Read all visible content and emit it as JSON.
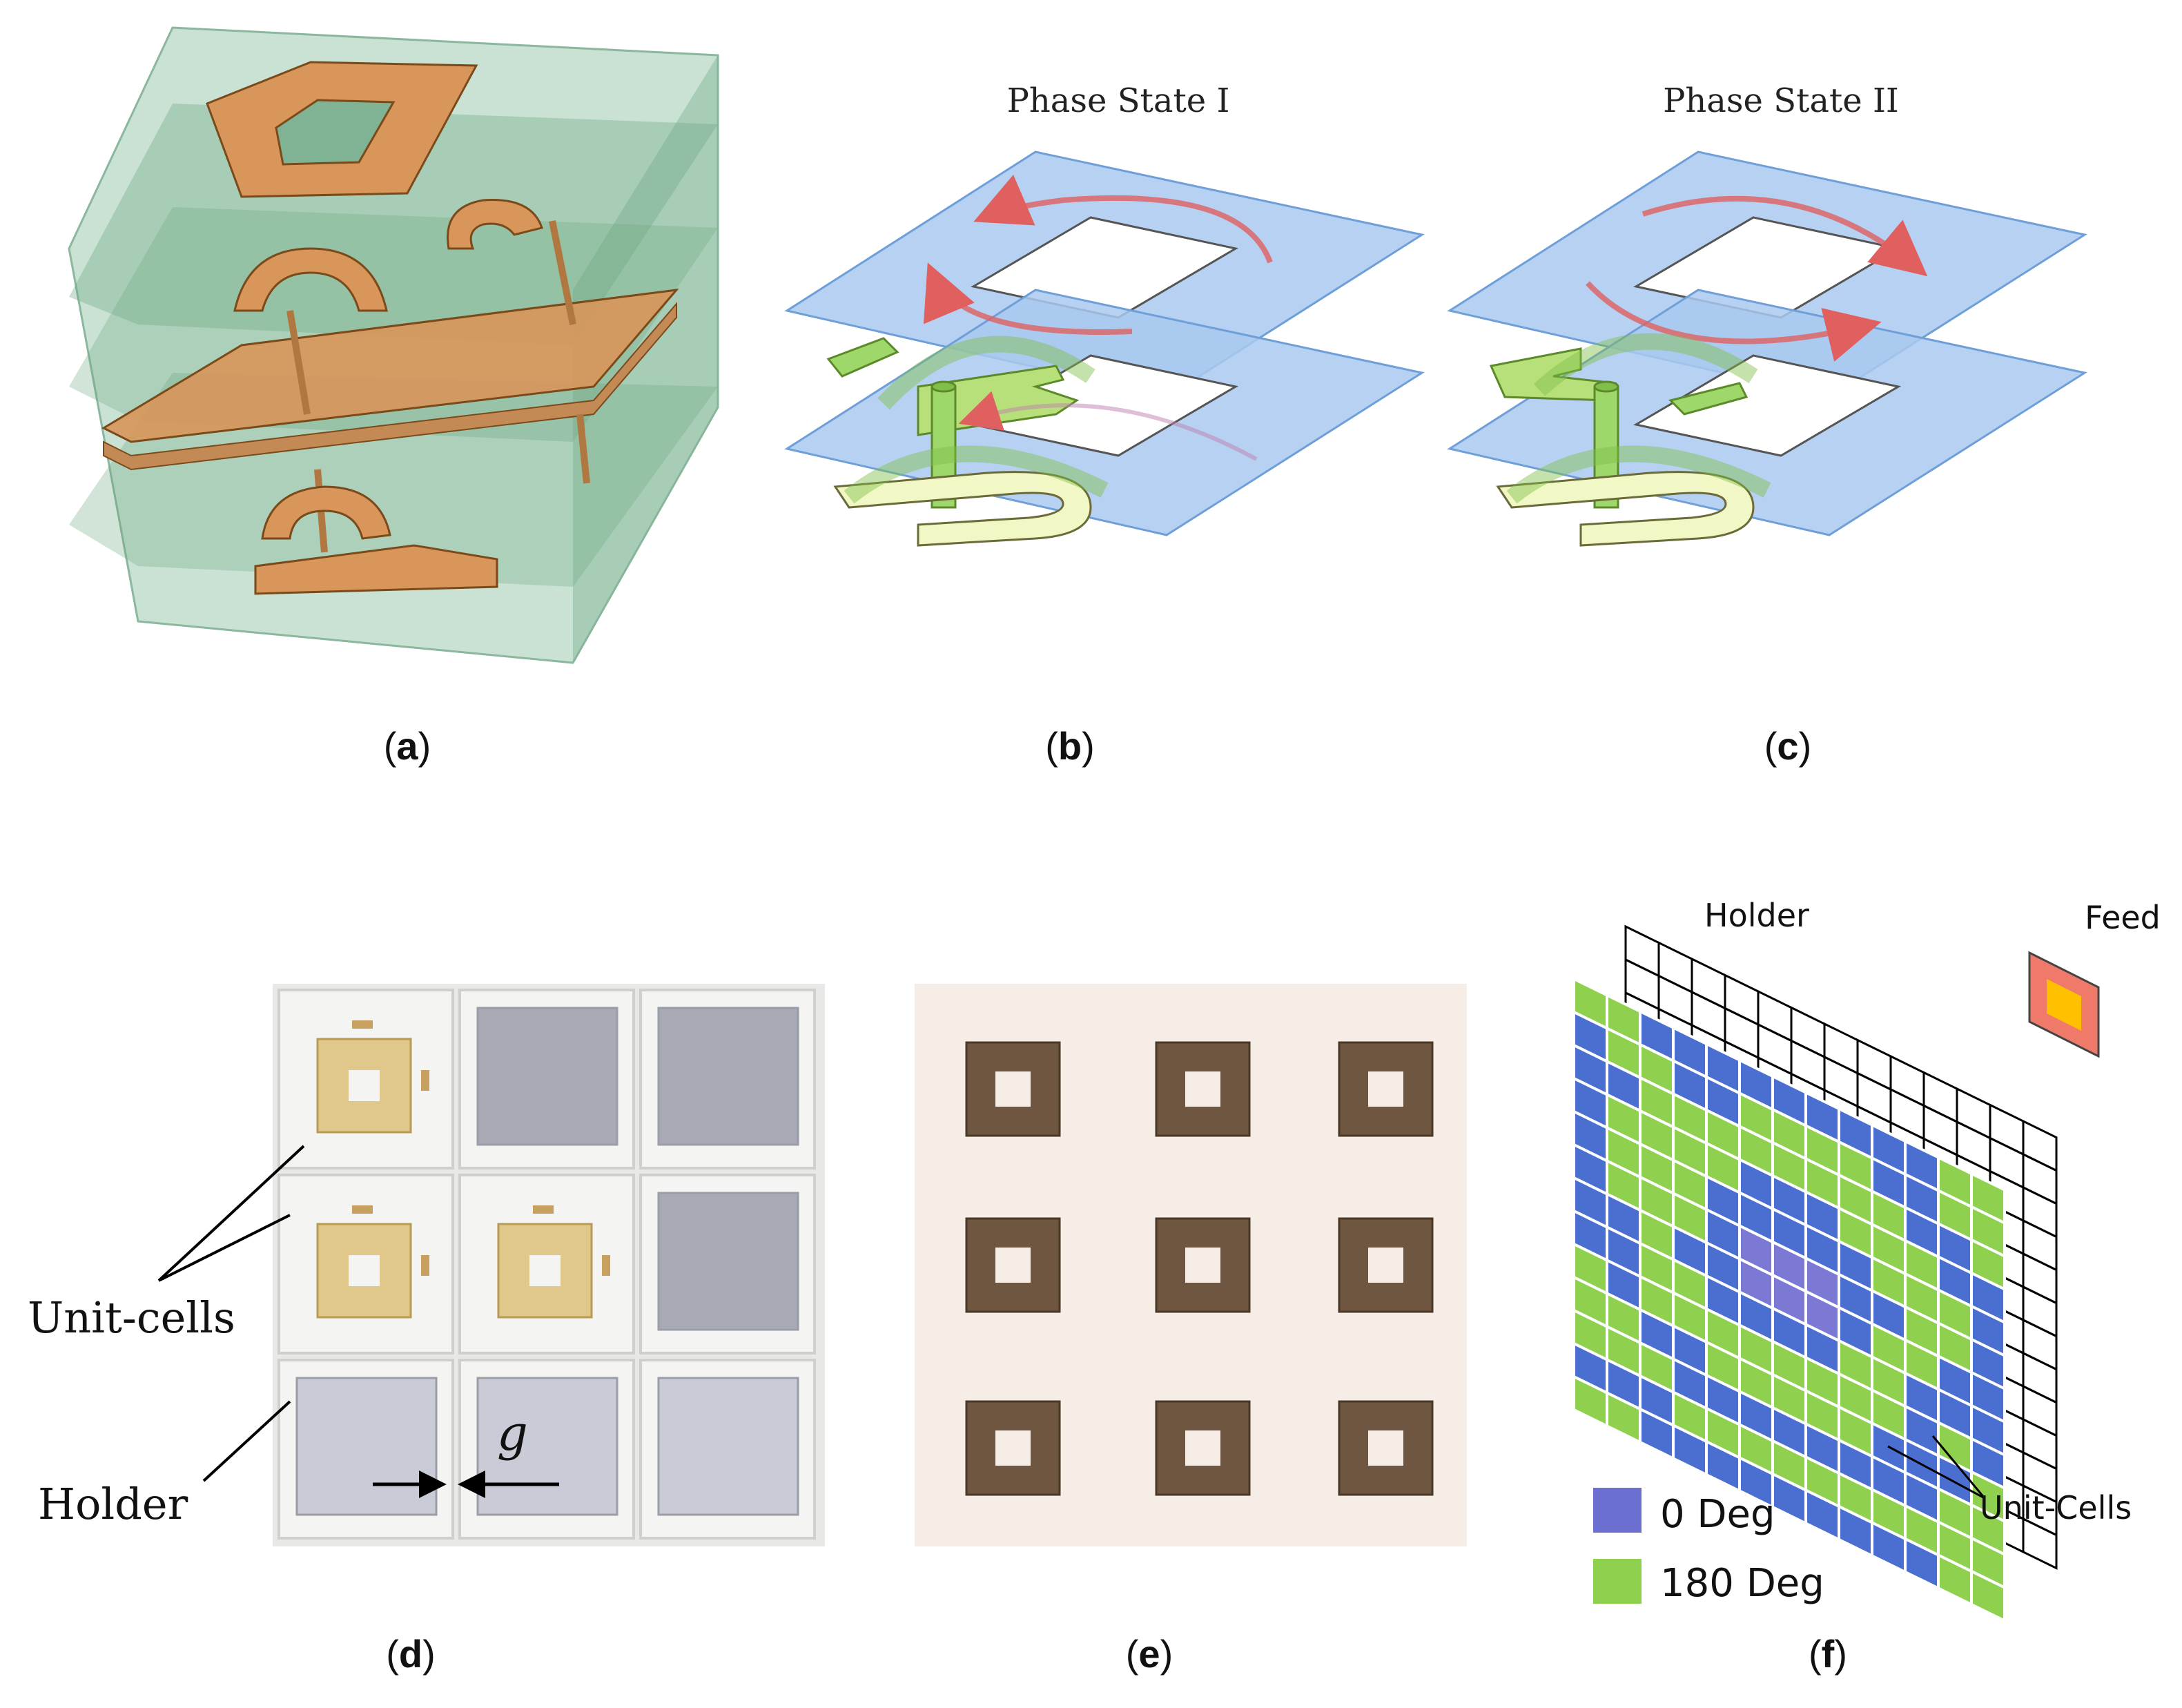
{
  "panels": {
    "a": {
      "caption_open": "(",
      "caption_letter": "a",
      "caption_close": ")"
    },
    "b": {
      "caption_open": "(",
      "caption_letter": "b",
      "caption_close": ")",
      "title": "Phase State I"
    },
    "c": {
      "caption_open": "(",
      "caption_letter": "c",
      "caption_close": ")",
      "title": "Phase State II"
    },
    "d": {
      "caption_open": "(",
      "caption_letter": "d",
      "caption_close": ")",
      "label_unit_cells": "Unit-cells",
      "label_holder": "Holder",
      "gap_symbol": "g"
    },
    "e": {
      "caption_open": "(",
      "caption_letter": "e",
      "caption_close": ")"
    },
    "f": {
      "caption_open": "(",
      "caption_letter": "f",
      "caption_close": ")",
      "label_holder": "Holder",
      "label_feed": "Feed",
      "label_unit_cells": "Unit-Cells",
      "legend": [
        {
          "label": "0 Deg",
          "color": "#6b6fd0"
        },
        {
          "label": "180 Deg",
          "color": "#8fd14f"
        }
      ],
      "grid_rows": [
        "GGBBBBBBBBBGG",
        "BGGBBGGGGBBGG",
        "BBGGGGGGGGBBG",
        "BGGGGBBBGGGBB",
        "BGGGBBBBBGGGB",
        "BGGGBPPPBBGGB",
        "BBGBBPPPBGGBB",
        "BBGGBBBBGGBBB",
        "GBGGGGGGGGBGB",
        "GGBBGGGGGBBBG",
        "GGGBBBBBBBBGG",
        "BBBGGGGGGGGGG",
        "GGBBBBBBBBBGG"
      ]
    }
  },
  "colors": {
    "green_layer": "#9fcab0",
    "copper": "#d8965a",
    "blue_plane": "#a9c9ef",
    "arrow_red": "#e06060",
    "cell_blue": "#4a6fd0",
    "cell_green": "#8fd14f",
    "cell_purple": "#7b79d4",
    "feed_outer": "#f07a6a",
    "feed_inner": "#ffc000"
  }
}
